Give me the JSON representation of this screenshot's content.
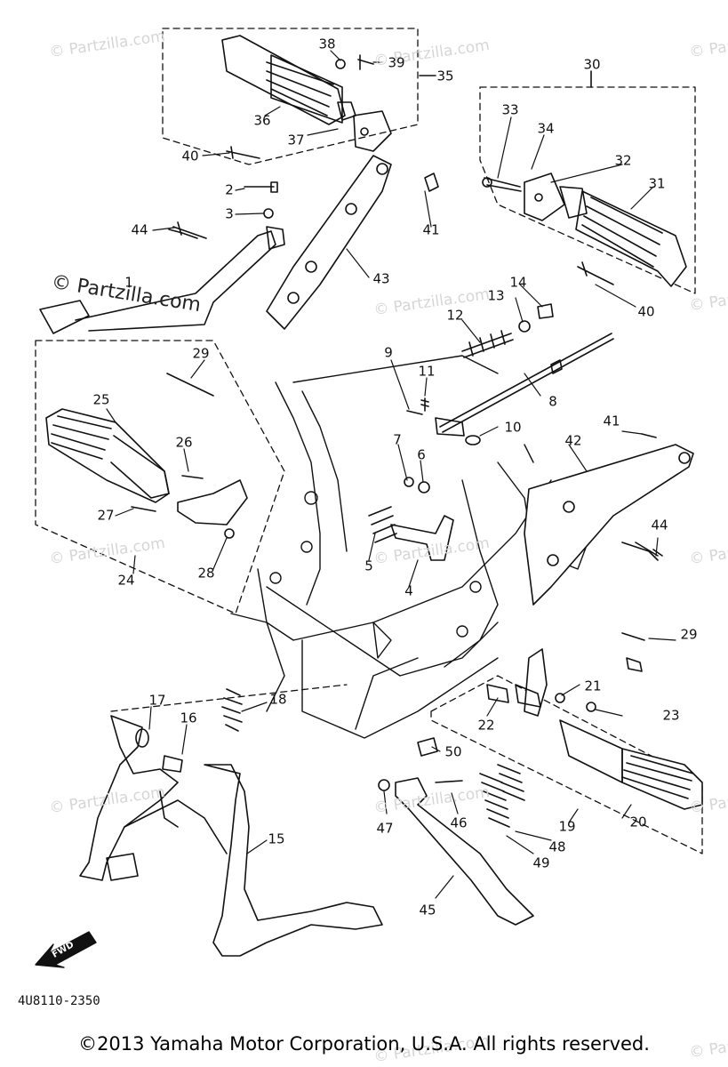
{
  "watermark_text": "© Partzilla.com",
  "watermark_main": "© Partzilla.com",
  "drawing_code": "4U8110-2350",
  "direction_label": "FWD",
  "copyright": "©2013 Yamaha Motor Corporation, U.S.A. All rights reserved.",
  "part_numbers": [
    "1",
    "2",
    "3",
    "4",
    "5",
    "6",
    "7",
    "8",
    "9",
    "10",
    "11",
    "12",
    "13",
    "14",
    "15",
    "16",
    "17",
    "18",
    "19",
    "20",
    "21",
    "22",
    "23",
    "24",
    "25",
    "26",
    "27",
    "28",
    "29",
    "29",
    "30",
    "31",
    "32",
    "33",
    "34",
    "35",
    "36",
    "37",
    "38",
    "39",
    "40",
    "40",
    "41",
    "41",
    "42",
    "43",
    "44",
    "44",
    "45",
    "46",
    "47",
    "48",
    "49",
    "50"
  ],
  "colors": {
    "line": "#111111",
    "background": "#ffffff",
    "watermark": "#d6d6d6"
  }
}
